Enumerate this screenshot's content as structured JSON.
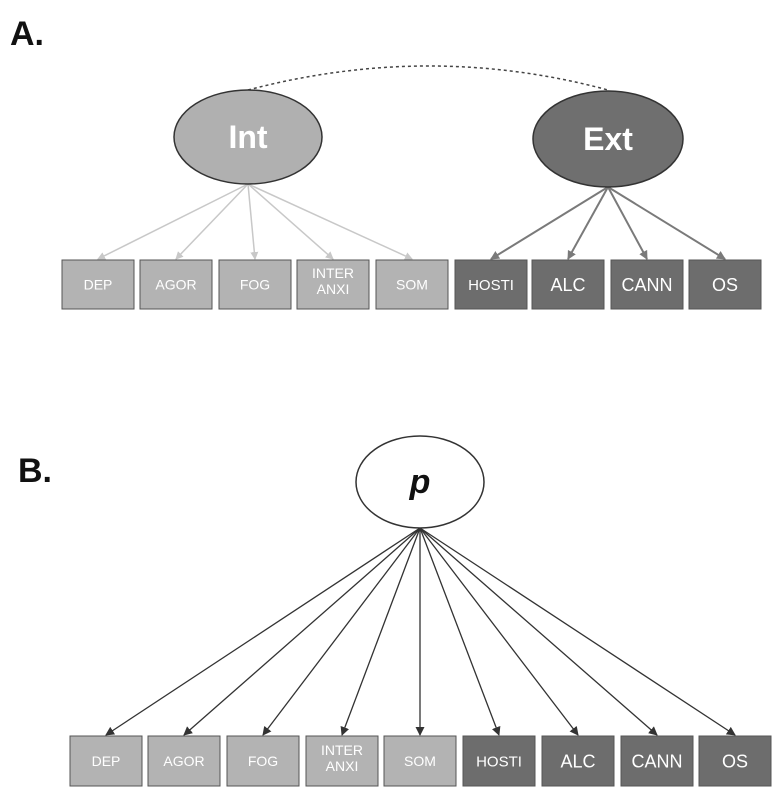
{
  "panel_a": {
    "label": "A.",
    "factors": [
      {
        "name": "Int",
        "fill": "#b0b0b0"
      },
      {
        "name": "Ext",
        "fill": "#6f6f6f"
      }
    ],
    "indicators": [
      {
        "lines": [
          "DEP"
        ],
        "factor": 0
      },
      {
        "lines": [
          "AGOR"
        ],
        "factor": 0
      },
      {
        "lines": [
          "FOG"
        ],
        "factor": 0
      },
      {
        "lines": [
          "INTER",
          "ANXI"
        ],
        "factor": 0
      },
      {
        "lines": [
          "SOM"
        ],
        "factor": 0
      },
      {
        "lines": [
          "HOSTI"
        ],
        "factor": 1
      },
      {
        "lines": [
          "ALC"
        ],
        "factor": 1
      },
      {
        "lines": [
          "CANN"
        ],
        "factor": 1
      },
      {
        "lines": [
          "OS"
        ],
        "factor": 1
      }
    ]
  },
  "panel_b": {
    "label": "B.",
    "factor": {
      "name": "p",
      "fill": "#ffffff"
    },
    "indicators": [
      {
        "lines": [
          "DEP"
        ],
        "group": 0
      },
      {
        "lines": [
          "AGOR"
        ],
        "group": 0
      },
      {
        "lines": [
          "FOG"
        ],
        "group": 0
      },
      {
        "lines": [
          "INTER",
          "ANXI"
        ],
        "group": 0
      },
      {
        "lines": [
          "SOM"
        ],
        "group": 0
      },
      {
        "lines": [
          "HOSTI"
        ],
        "group": 1
      },
      {
        "lines": [
          "ALC"
        ],
        "group": 1
      },
      {
        "lines": [
          "CANN"
        ],
        "group": 1
      },
      {
        "lines": [
          "OS"
        ],
        "group": 1
      }
    ]
  },
  "colors": {
    "internalizing_box": "#b3b3b3",
    "externalizing_box": "#6d6d6d",
    "int_arrow": "#c8c8c8",
    "ext_arrow": "#7a7a7a",
    "p_arrow": "#333333"
  }
}
